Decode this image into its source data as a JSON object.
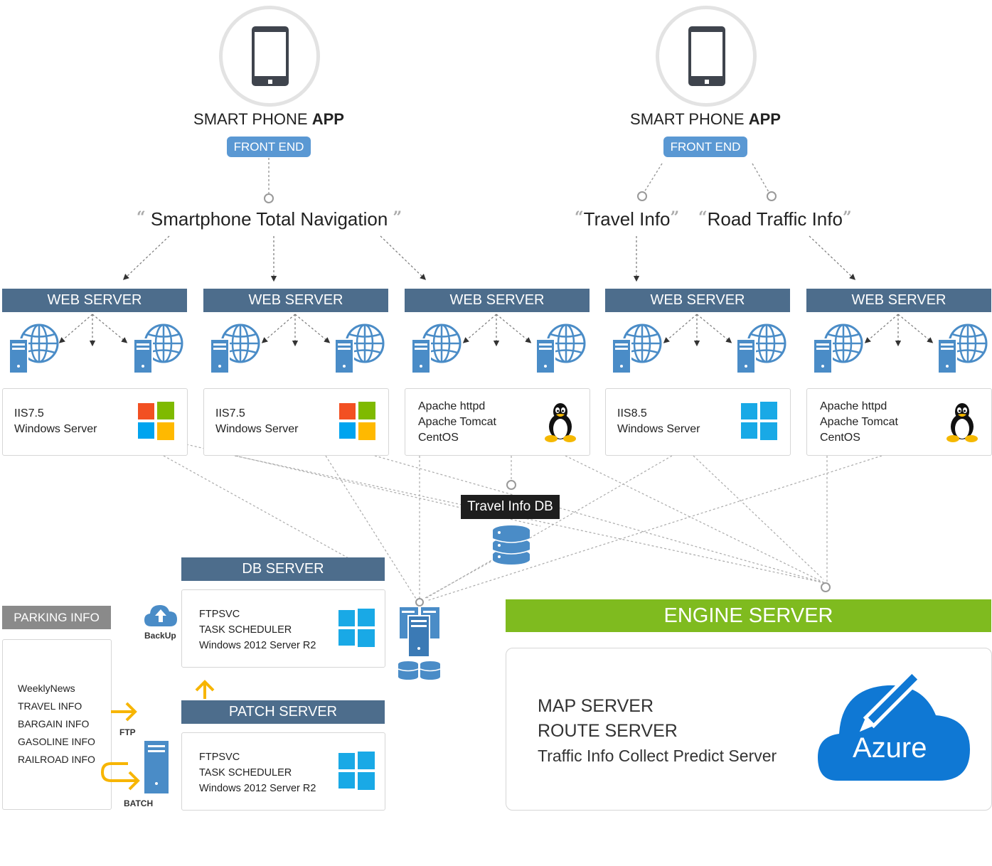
{
  "apps": [
    {
      "title_plain": "SMART PHONE ",
      "title_bold": "APP",
      "badge": "FRONT END"
    },
    {
      "title_plain": "SMART PHONE ",
      "title_bold": "APP",
      "badge": "FRONT END"
    }
  ],
  "services": [
    {
      "label": "Smartphone Total Navigation"
    },
    {
      "label": "Travel Info"
    },
    {
      "label": "Road Traffic Info"
    }
  ],
  "web_servers": [
    {
      "title": "WEB SERVER",
      "lines": [
        "IIS7.5",
        "Windows Server"
      ],
      "os": "windows-logo"
    },
    {
      "title": "WEB SERVER",
      "lines": [
        "IIS7.5",
        "Windows Server"
      ],
      "os": "windows-logo"
    },
    {
      "title": "WEB SERVER",
      "lines": [
        "Apache httpd",
        "Apache Tomcat",
        "CentOS"
      ],
      "os": "linux-tux"
    },
    {
      "title": "WEB SERVER",
      "lines": [
        "IIS8.5",
        "Windows Server"
      ],
      "os": "windows-logo"
    },
    {
      "title": "WEB SERVER",
      "lines": [
        "Apache httpd",
        "Apache Tomcat",
        "CentOS"
      ],
      "os": "linux-tux"
    }
  ],
  "travel_db": {
    "label": "Travel Info DB"
  },
  "db_server": {
    "title": "DB SERVER",
    "lines": [
      "FTPSVC",
      "TASK SCHEDULER",
      "Windows 2012 Server R2"
    ]
  },
  "patch_server": {
    "title": "PATCH SERVER",
    "lines": [
      "FTPSVC",
      "TASK SCHEDULER",
      "Windows 2012 Server R2"
    ]
  },
  "backup_label": "BackUp",
  "parking": {
    "title": "PARKING INFO",
    "items": [
      "WeeklyNews",
      "TRAVEL INFO",
      "BARGAIN INFO",
      "GASOLINE INFO",
      "RAILROAD INFO"
    ]
  },
  "ftp_label": "FTP",
  "batch_label": "BATCH",
  "engine": {
    "title": "ENGINE SERVER",
    "lines": [
      "MAP SERVER",
      "ROUTE SERVER",
      "Traffic Info Collect Predict Server"
    ],
    "cloud_label": "Azure"
  },
  "colors": {
    "header_blue": "#4d6d8c",
    "badge_blue": "#5a98d3",
    "engine_green": "#7fbb1f",
    "azure_blue": "#0f78d4",
    "arrow_orange": "#f7b500"
  }
}
